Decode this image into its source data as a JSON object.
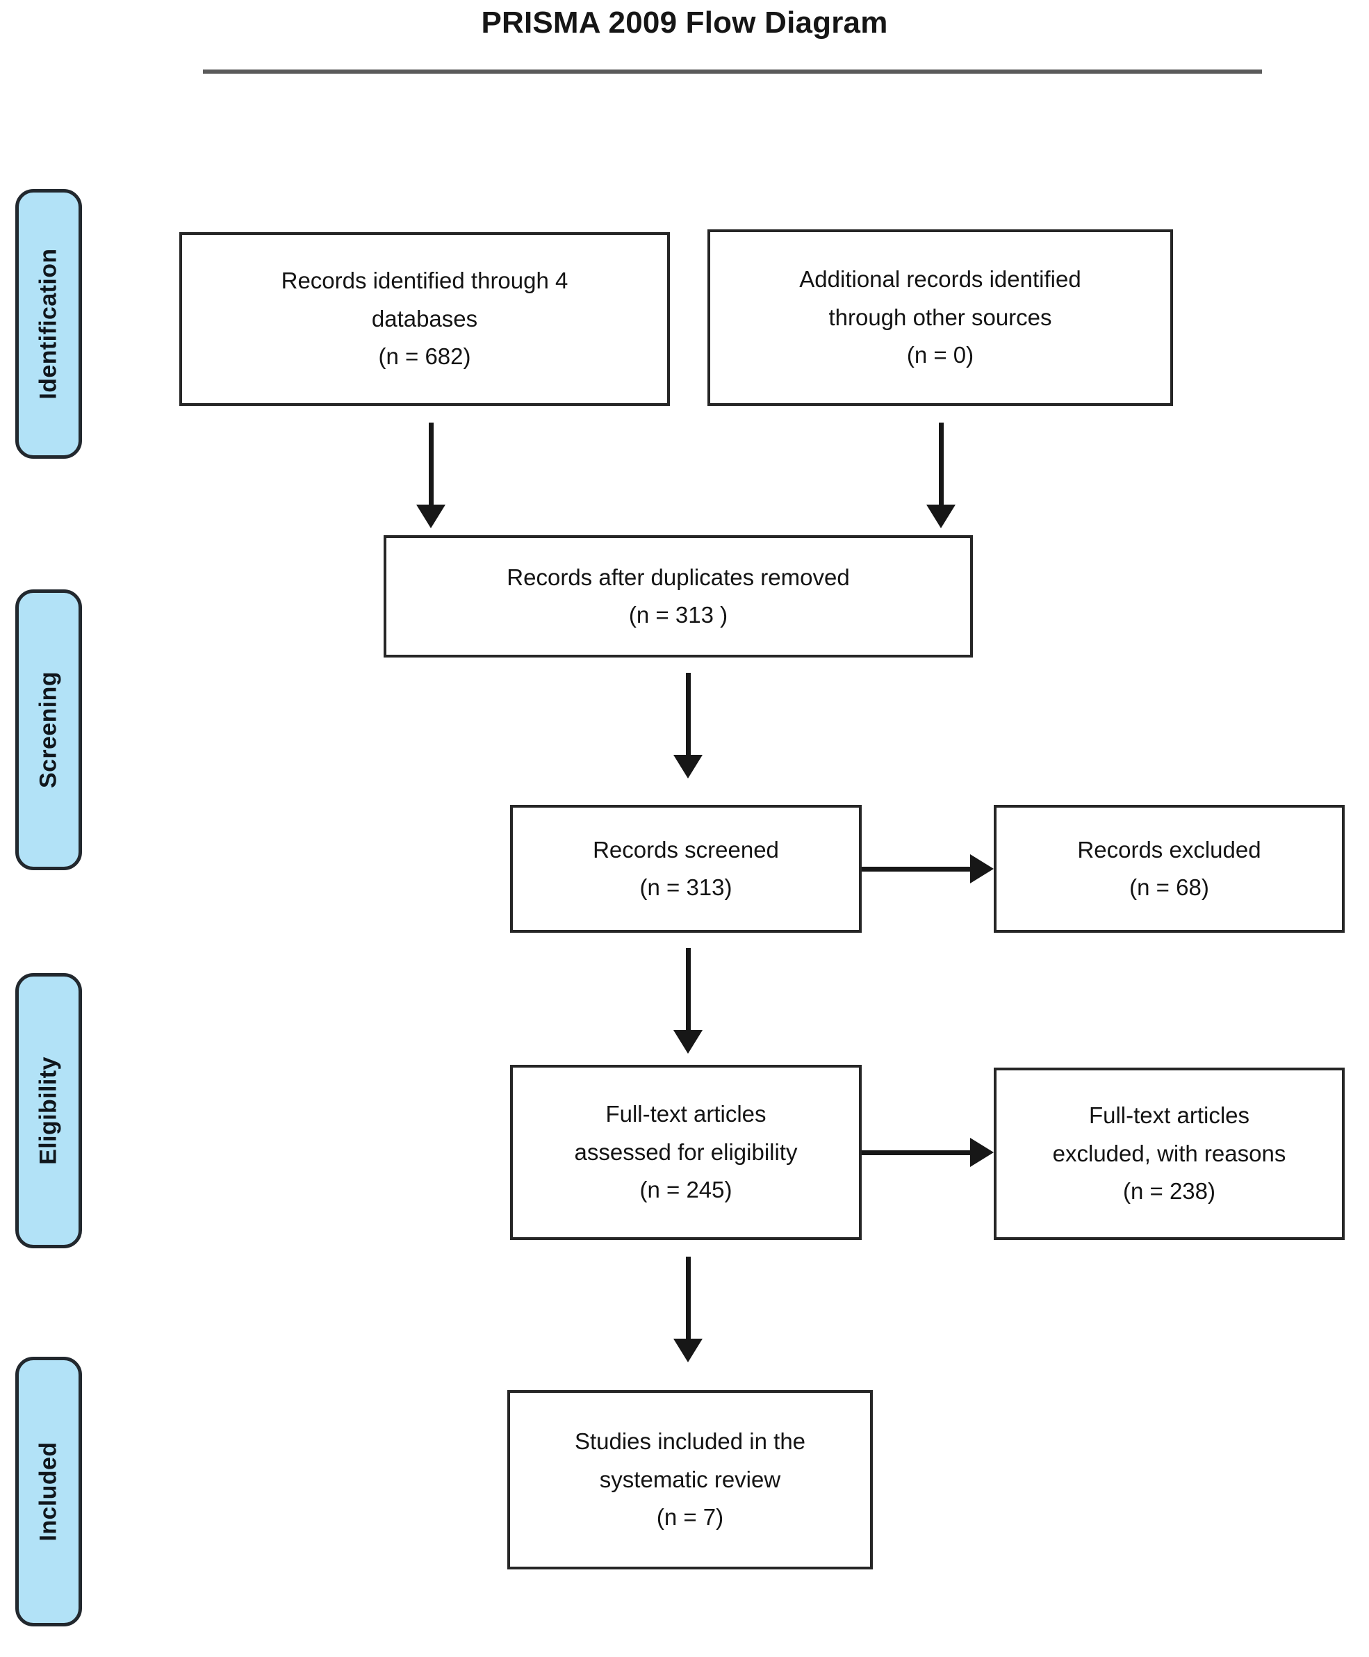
{
  "title": "PRISMA 2009 Flow Diagram",
  "chart_data": {
    "type": "diagram",
    "title": "PRISMA 2009 Flow Diagram",
    "stages": [
      "Identification",
      "Screening",
      "Eligibility",
      "Included"
    ],
    "nodes": [
      {
        "id": "identified_db",
        "stage": "Identification",
        "label": "Records identified through 4 databases",
        "n": 682
      },
      {
        "id": "identified_other",
        "stage": "Identification",
        "label": "Additional records identified through other sources",
        "n": 0
      },
      {
        "id": "after_duplicates",
        "stage": "Screening",
        "label": "Records after duplicates removed",
        "n": 313
      },
      {
        "id": "screened",
        "stage": "Screening",
        "label": "Records screened",
        "n": 313
      },
      {
        "id": "records_excluded",
        "stage": "Screening",
        "label": "Records excluded",
        "n": 68
      },
      {
        "id": "fulltext_assessed",
        "stage": "Eligibility",
        "label": "Full-text articles assessed for eligibility",
        "n": 245
      },
      {
        "id": "fulltext_excluded",
        "stage": "Eligibility",
        "label": "Full-text articles excluded, with reasons",
        "n": 238
      },
      {
        "id": "included",
        "stage": "Included",
        "label": "Studies included in the systematic review",
        "n": 7
      }
    ],
    "edges": [
      {
        "from": "identified_db",
        "to": "after_duplicates",
        "direction": "down"
      },
      {
        "from": "identified_other",
        "to": "after_duplicates",
        "direction": "down"
      },
      {
        "from": "after_duplicates",
        "to": "screened",
        "direction": "down"
      },
      {
        "from": "screened",
        "to": "records_excluded",
        "direction": "right"
      },
      {
        "from": "screened",
        "to": "fulltext_assessed",
        "direction": "down"
      },
      {
        "from": "fulltext_assessed",
        "to": "fulltext_excluded",
        "direction": "right"
      },
      {
        "from": "fulltext_assessed",
        "to": "included",
        "direction": "down"
      }
    ]
  },
  "stages": {
    "identification": "Identification",
    "screening": "Screening",
    "eligibility": "Eligibility",
    "included": "Included"
  },
  "boxes": {
    "identified_db": {
      "line1": "Records identified through 4",
      "line2": "databases",
      "line3": "(n = 682)"
    },
    "identified_other": {
      "line1": "Additional records identified",
      "line2": "through other sources",
      "line3": "(n = 0)"
    },
    "after_duplicates": {
      "line1": "Records after duplicates removed",
      "line2": "(n = 313 )"
    },
    "screened": {
      "line1": "Records screened",
      "line2": "(n = 313)"
    },
    "records_excluded": {
      "line1": "Records excluded",
      "line2": "(n = 68)"
    },
    "fulltext_assessed": {
      "line1": "Full-text articles",
      "line2": "assessed for eligibility",
      "line3": "(n = 245)"
    },
    "fulltext_excluded": {
      "line1": "Full-text articles",
      "line2": "excluded, with reasons",
      "line3": "(n = 238)"
    },
    "included": {
      "line1": "Studies included in the",
      "line2": "systematic review",
      "line3": "(n = 7)"
    }
  },
  "colors": {
    "stage_tab_fill": "#b2e2f7",
    "stage_tab_border": "#22282e",
    "box_border": "#262626",
    "arrow": "#171717",
    "rule": "#5a5a5a",
    "background": "#ffffff"
  }
}
